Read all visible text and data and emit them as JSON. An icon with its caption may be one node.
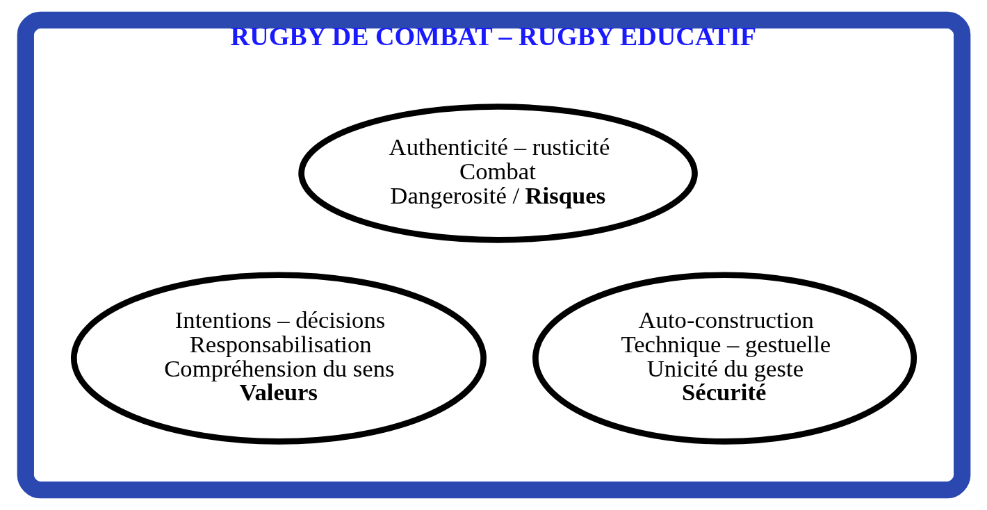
{
  "diagram": {
    "nodes": [
      {
        "text": [
          "RUGBY DE COMBAT – RUGBY EDUCATIF"
        ]
      },
      {
        "text": [
          "Authenticité – rusticité",
          "Combat",
          "Dangerosité / **Risques**"
        ],
        "in": 0
      },
      {
        "text": [
          "Intentions – décisions",
          "Responsabilisation",
          "Compréhension du sens",
          "**Valeurs**"
        ],
        "in": 0
      },
      {
        "text": [
          "Auto-construction",
          "Technique – gestuelle",
          "Unicité du geste",
          "**Sécurité**"
        ],
        "in": 0
      }
    ]
  }
}
